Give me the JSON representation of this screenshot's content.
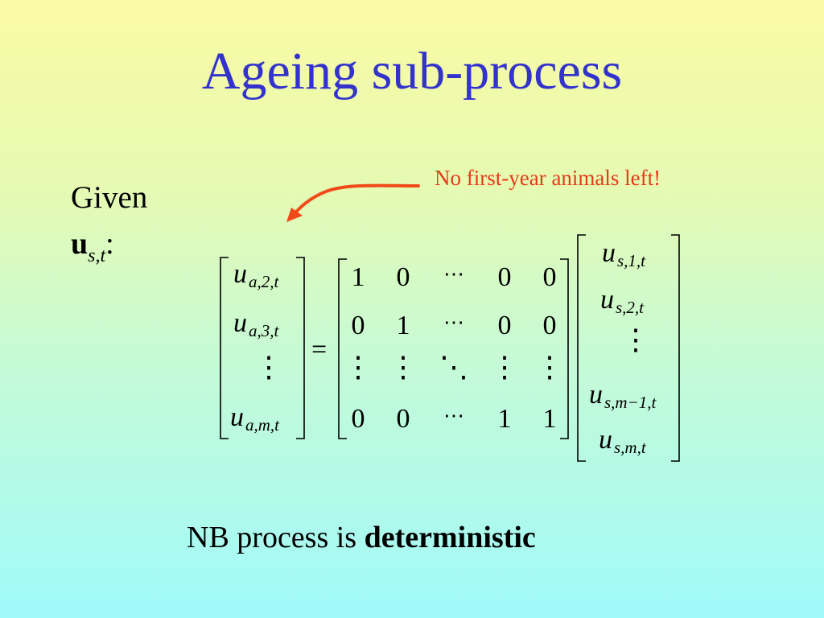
{
  "slide": {
    "title": "Ageing sub-process",
    "annotation": "No first-year animals left!",
    "given_label": "Given",
    "given_var_symbol": "u",
    "given_var_sub": "s,t",
    "given_colon": ":",
    "bottom_prefix": "NB  process is ",
    "bottom_bold": "deterministic"
  },
  "equation": {
    "lhs": [
      {
        "sym": "u",
        "sub": "a,2,t"
      },
      {
        "sym": "u",
        "sub": "a,3,t"
      },
      {
        "sym": "⋮",
        "sub": ""
      },
      {
        "sym": "u",
        "sub": "a,m,t"
      }
    ],
    "equals": "=",
    "matrix": [
      [
        "1",
        "0",
        "⋯",
        "0",
        "0"
      ],
      [
        "0",
        "1",
        "⋯",
        "0",
        "0"
      ],
      [
        "⋮",
        "⋮",
        "⋱",
        "⋮",
        "⋮"
      ],
      [
        "0",
        "0",
        "⋯",
        "1",
        "1"
      ]
    ],
    "rhs": [
      {
        "sym": "u",
        "sub": "s,1,t"
      },
      {
        "sym": "u",
        "sub": "s,2,t"
      },
      {
        "sym": "⋮",
        "sub": ""
      },
      {
        "sym": "u",
        "sub": "s,m−1,t"
      },
      {
        "sym": "u",
        "sub": "s,m,t"
      }
    ]
  },
  "colors": {
    "title": "#3333cc",
    "annotation": "#e53a1a",
    "arrow": "#f04a1a"
  }
}
